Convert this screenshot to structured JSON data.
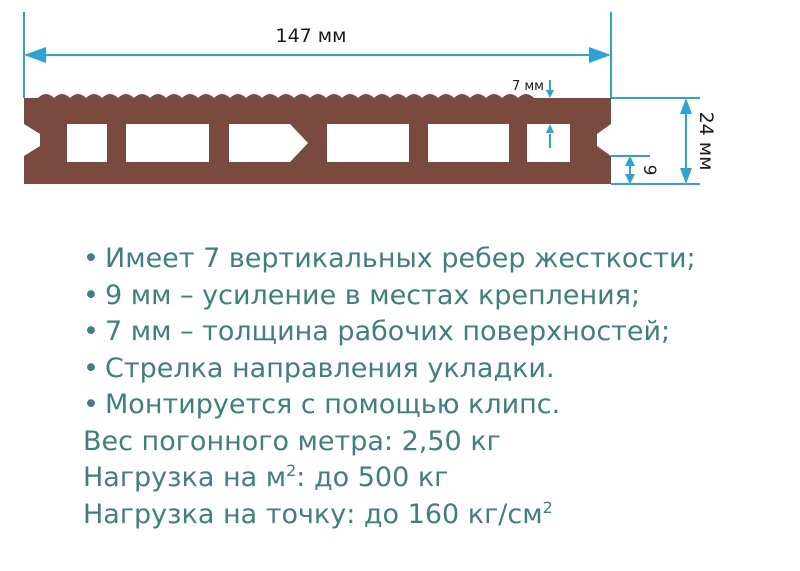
{
  "dimensions": {
    "width": "147 мм",
    "height": "24 мм",
    "surface": "7 мм",
    "reinforcement": "9"
  },
  "bullets": [
    "Имеет 7 вертикальных ребер жесткости;",
    "9 мм – усиление в местах крепления;",
    "7 мм – толщина рабочих поверхностей;",
    "Стрелка направления укладки.",
    "Монтируется с помощью клипс."
  ],
  "bullet_symbol": "•",
  "specs": {
    "weight": "Вес погонного метра: 2,50 кг",
    "load_area_prefix": "Нагрузка на м",
    "load_area_exp": "2",
    "load_area_suffix": ": до 500 кг",
    "load_point_prefix": "Нагрузка на точку: до 160 кг/см",
    "load_point_exp": "2"
  },
  "colors": {
    "board": "#7a4a3f",
    "dimension": "#2aa4d8",
    "text": "#3f7e82"
  }
}
